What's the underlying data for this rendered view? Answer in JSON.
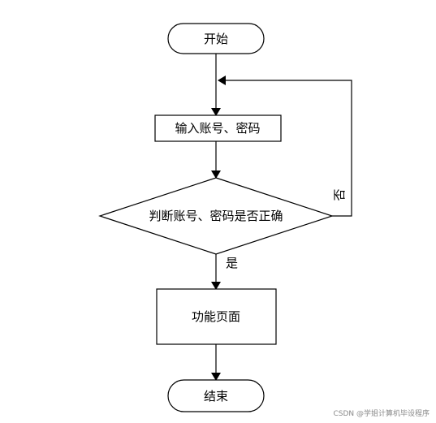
{
  "nodes": {
    "start": "开始",
    "input": "输入账号、密码",
    "decision": "判断账号、密码是否正确",
    "function_page": "功能页面",
    "end": "结束"
  },
  "branches": {
    "no": "否",
    "yes": "是"
  },
  "watermark": "CSDN @学姐计算机毕设程序"
}
